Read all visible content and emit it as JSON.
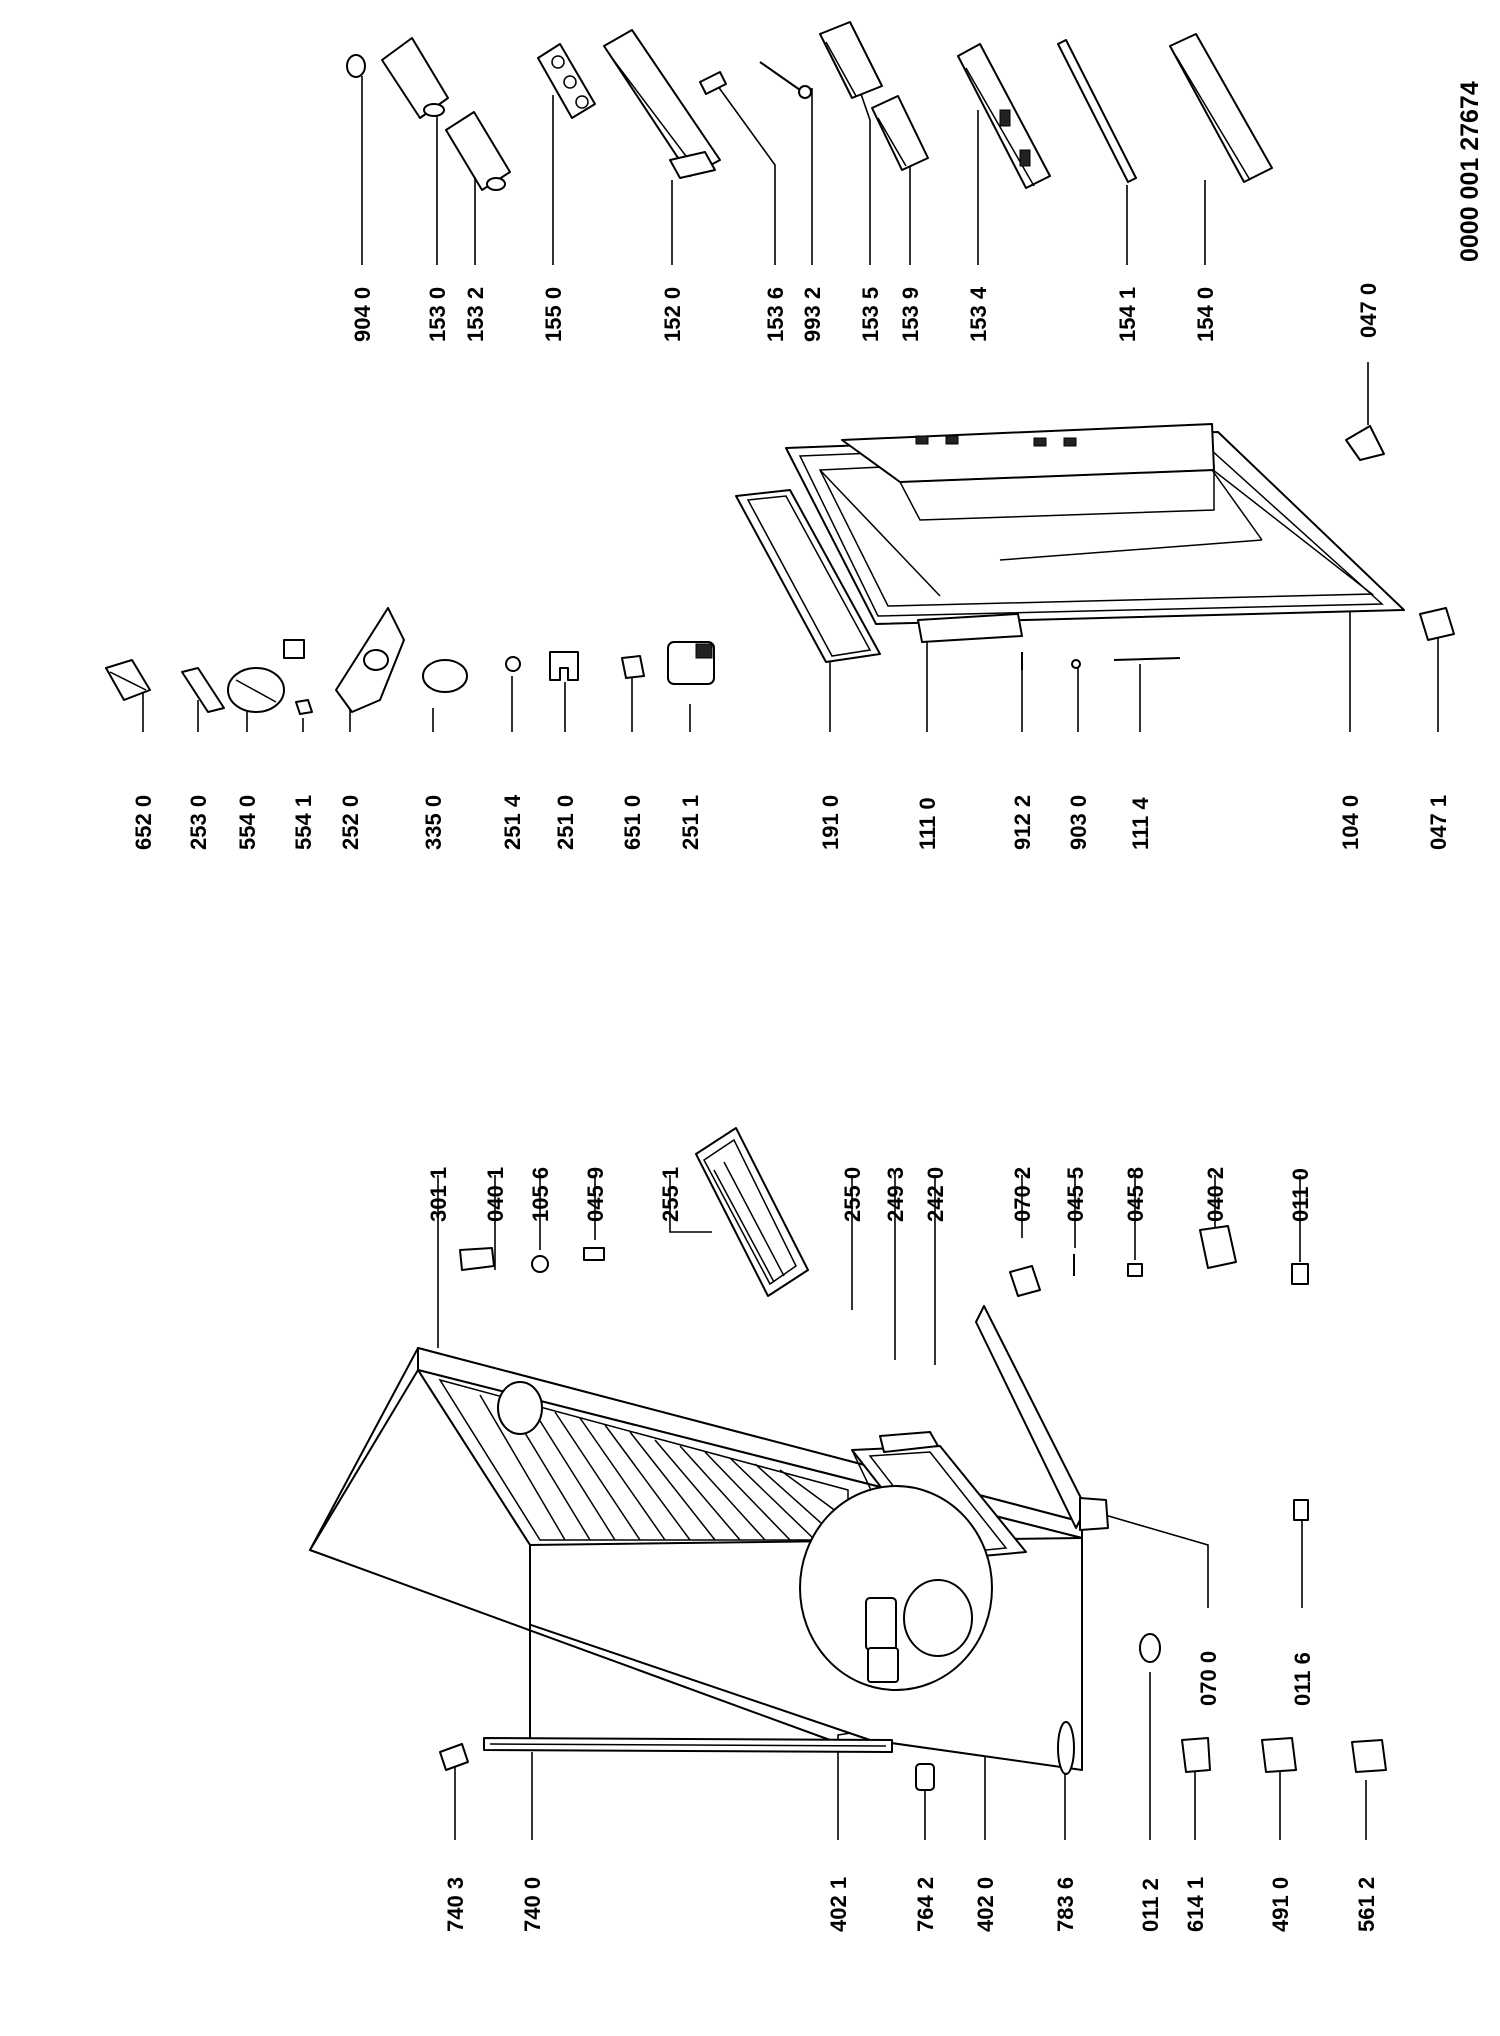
{
  "document_number": "0000 001 27674",
  "part_labels": {
    "p9040": "904 0",
    "p1530": "153 0",
    "p1532": "153 2",
    "p1550": "155 0",
    "p1520": "152 0",
    "p1536": "153 6",
    "p9932": "993 2",
    "p1535": "153 5",
    "p1539": "153 9",
    "p1534": "153 4",
    "p1541": "154 1",
    "p1540": "154 0",
    "p0470": "047 0",
    "p0471": "047 1",
    "p6520": "652 0",
    "p2530": "253 0",
    "p5540": "554 0",
    "p5541": "554 1",
    "p2520": "252 0",
    "p3350": "335 0",
    "p2514": "251 4",
    "p2510": "251 0",
    "p6510": "651 0",
    "p2511": "251 1",
    "p1910": "191 0",
    "p1110": "111 0",
    "p9122": "912 2",
    "p9030": "903 0",
    "p1114": "111 4",
    "p1040": "104 0",
    "p3011": "301  1",
    "p0401": "040 1",
    "p1056": "105 6",
    "p0459": "045 9",
    "p2551": "255 1",
    "p2550": "255 0",
    "p2493": "249 3",
    "p2420": "242 0",
    "p0702": "070 2",
    "p0455": "045 5",
    "p0458": "045 8",
    "p0402": "040 2",
    "p0110": "011 0",
    "p7403": "740 3",
    "p7400": "740 0",
    "p4021": "402 1",
    "p7642": "764 2",
    "p4020": "402 0",
    "p7836": "783 6",
    "p0112": "011 2",
    "p6141": "614 1",
    "p4910": "491 0",
    "p5612": "561 2",
    "p0700": "070 0",
    "p0116": "011 6"
  }
}
